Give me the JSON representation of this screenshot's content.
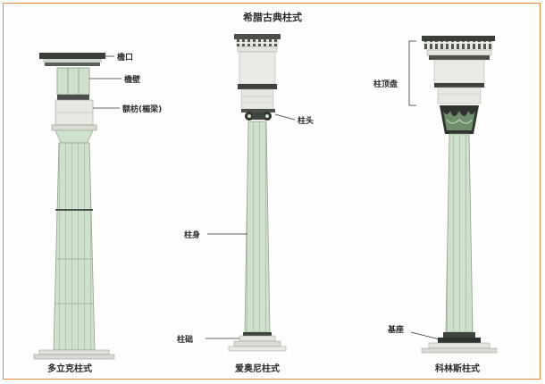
{
  "title": "希腊古典柱式",
  "columns": [
    {
      "name": "多立克柱式"
    },
    {
      "name": "爱奥尼柱式"
    },
    {
      "name": "科林斯柱式"
    }
  ],
  "parts": {
    "cornice": "檐口",
    "frieze": "檐壁",
    "architrave": "额枋(楣梁)",
    "capital": "柱头",
    "shaft": "柱身",
    "base": "柱础",
    "entablature": "柱顶盘",
    "stylobate": "基座"
  },
  "colors": {
    "border": "#e58a3c",
    "shaft": "#cfe0cc",
    "shaft_line": "#9fb39c",
    "stone": "#e9ebe4",
    "dark": "#3a3f3a"
  }
}
